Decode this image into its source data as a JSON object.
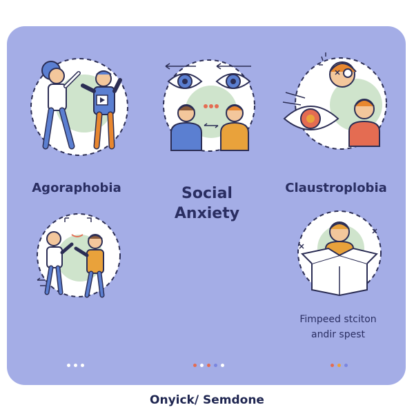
{
  "card": {
    "background_color": "#a4ade6"
  },
  "panels": [
    {
      "title": "Agoraphobia",
      "icon": "agoraphobia-crowd-icon"
    },
    {
      "title_line1": "Social",
      "title_line2": "Anxiety",
      "icon": "social-anxiety-eyes-icon"
    },
    {
      "title": "Claustroplobia",
      "icon": "claustrophobia-eye-icon"
    }
  ],
  "secondary": [
    {
      "icon": "people-gesturing-icon"
    },
    {
      "icon": "person-in-box-icon",
      "caption_line1": "Fimpeed stciton",
      "caption_line2": "andir spest"
    }
  ],
  "pagination": [
    {
      "colors": [
        "#ffffff",
        "#ffffff",
        "#ffffff"
      ]
    },
    {
      "colors": [
        "#e46c52",
        "#ffffff",
        "#e46c52",
        "#7a86e0",
        "#ffffff"
      ]
    },
    {
      "colors": [
        "#e46c52",
        "#e9a23b",
        "#7a86e0"
      ]
    }
  ],
  "footer": {
    "text": "Onyick/ Semdone"
  },
  "colors": {
    "text": "#2a2e62",
    "outline": "#2b2d54",
    "orange": "#e8872f",
    "blue": "#5b7fd1",
    "skin": "#f3c79c",
    "mint": "#cfe4cc"
  }
}
